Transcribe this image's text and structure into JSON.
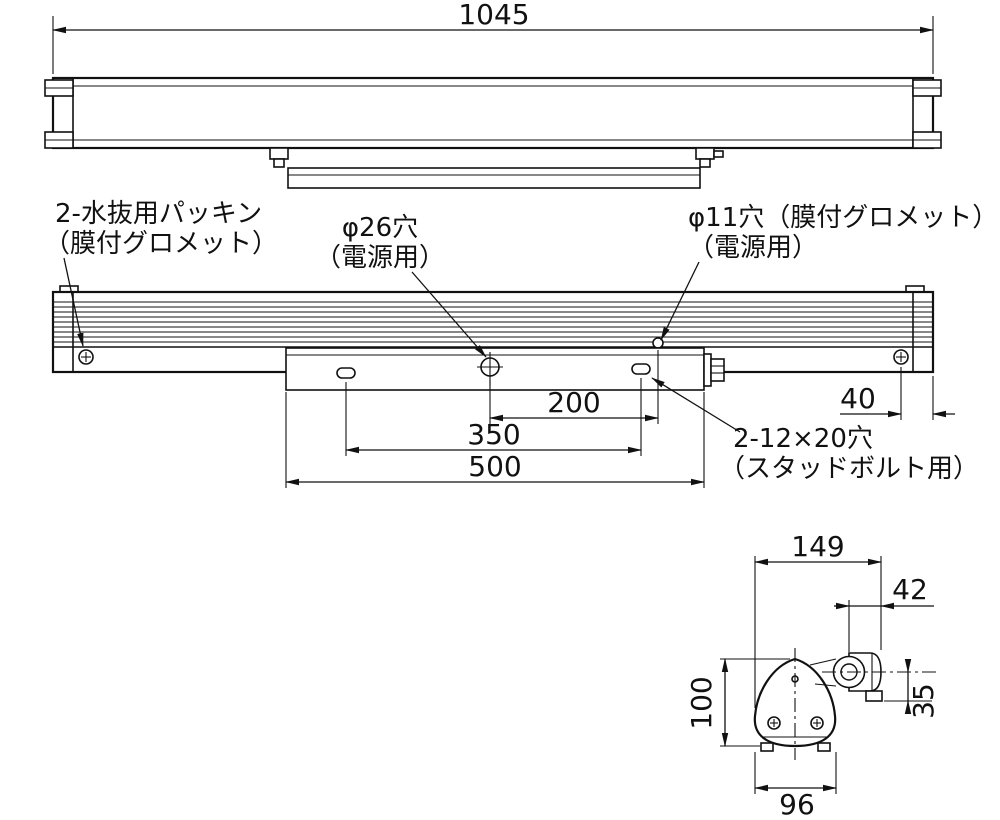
{
  "meta": {
    "background_color": "#ffffff",
    "line_color": "#111111",
    "drawing_type": "luminaire-dimension-drawing"
  },
  "top_view": {
    "dim_overall": "1045"
  },
  "front_view": {
    "labels": {
      "drain_line1": "2-水抜用パッキン",
      "drain_line2": "（膜付グロメット）",
      "phi26_line1": "φ26穴",
      "phi26_line2": "（電源用）",
      "phi11_line1": "φ11穴（膜付グロメット）",
      "phi11_line2": "（電源用）",
      "stud_line1": "2-12×20穴",
      "stud_line2": "（スタッドボルト用）"
    },
    "dims": {
      "d200": "200",
      "d350": "350",
      "d500": "500",
      "d40": "40"
    }
  },
  "side_view": {
    "dims": {
      "d149": "149",
      "d42": "42",
      "d100": "100",
      "d35": "35",
      "d96": "96"
    }
  }
}
